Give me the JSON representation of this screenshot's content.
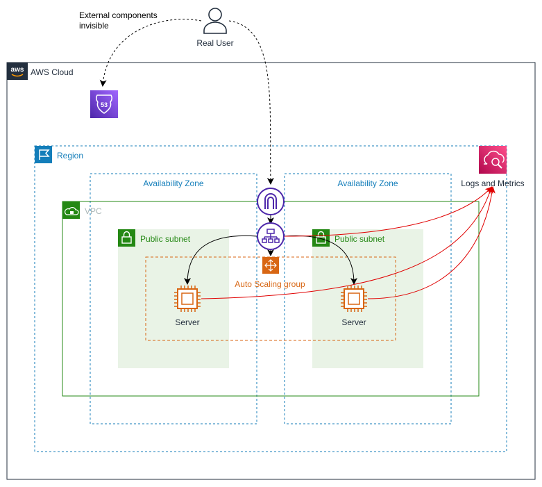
{
  "annotations": {
    "external_note_line1": "External components",
    "external_note_line2": "invisible"
  },
  "user": {
    "label": "Real User"
  },
  "cloud": {
    "label": "AWS Cloud",
    "logo_text": "aws"
  },
  "route53": {
    "label": "53"
  },
  "region": {
    "label": "Region"
  },
  "monitoring": {
    "label": "Logs and Metrics"
  },
  "availability_zones": [
    {
      "label": "Availability Zone"
    },
    {
      "label": "Availability Zone"
    }
  ],
  "vpc": {
    "label": "VPC"
  },
  "subnets": [
    {
      "label": "Public subnet"
    },
    {
      "label": "Public subnet"
    }
  ],
  "autoscaling": {
    "label": "Auto Scaling group"
  },
  "servers": [
    {
      "label": "Server"
    },
    {
      "label": "Server"
    }
  ],
  "colors": {
    "aws_border": "#232f3e",
    "region": "#147eba",
    "vpc": "#248814",
    "subnet_fill": "#e9f3e6",
    "autoscaling": "#d86613",
    "network_purple": "#4d27aa",
    "monitoring_pink": "#e7157b",
    "log_lines": "#e00000"
  }
}
